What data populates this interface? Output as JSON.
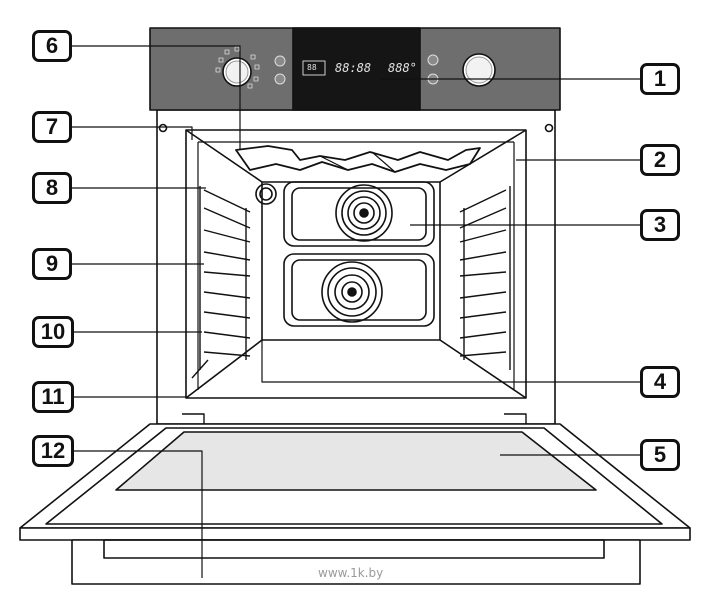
{
  "diagram": {
    "callouts": [
      "1",
      "2",
      "3",
      "4",
      "5",
      "6",
      "7",
      "8",
      "9",
      "10",
      "11",
      "12"
    ],
    "control_panel": {
      "display_clock": "88:88",
      "display_temp": "888°",
      "display_small": "88"
    },
    "watermark": "www.1k.by"
  },
  "colors": {
    "line": "#111111",
    "panel": "#6e6e6e",
    "display": "#151515",
    "glass": "#e6e6e6",
    "cavity": "#ffffff"
  }
}
